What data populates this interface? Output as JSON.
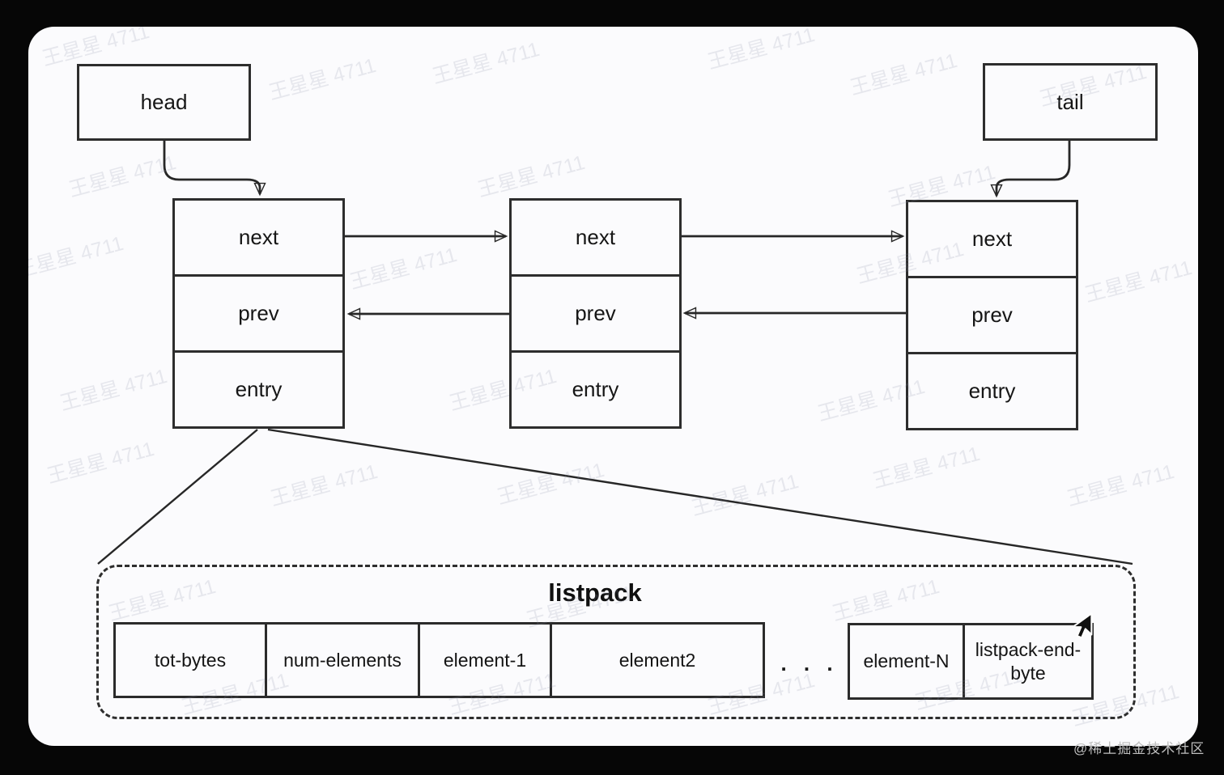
{
  "diagram": {
    "head_label": "head",
    "tail_label": "tail",
    "nodes": [
      {
        "rows": [
          "next",
          "prev",
          "entry"
        ]
      },
      {
        "rows": [
          "next",
          "prev",
          "entry"
        ]
      },
      {
        "rows": [
          "next",
          "prev",
          "entry"
        ]
      }
    ],
    "listpack": {
      "title": "listpack",
      "ellipsis": ". . .",
      "cells": [
        "tot-bytes",
        "num-elements",
        "element-1",
        "element2",
        "element-N",
        "listpack-end-byte"
      ]
    }
  },
  "watermark_text": "王星星 4711",
  "credit_text": "@稀土掘金技术社区",
  "colors": {
    "frame": "#060606",
    "canvas": "#fbfbfd",
    "line": "#2d2d2d"
  }
}
